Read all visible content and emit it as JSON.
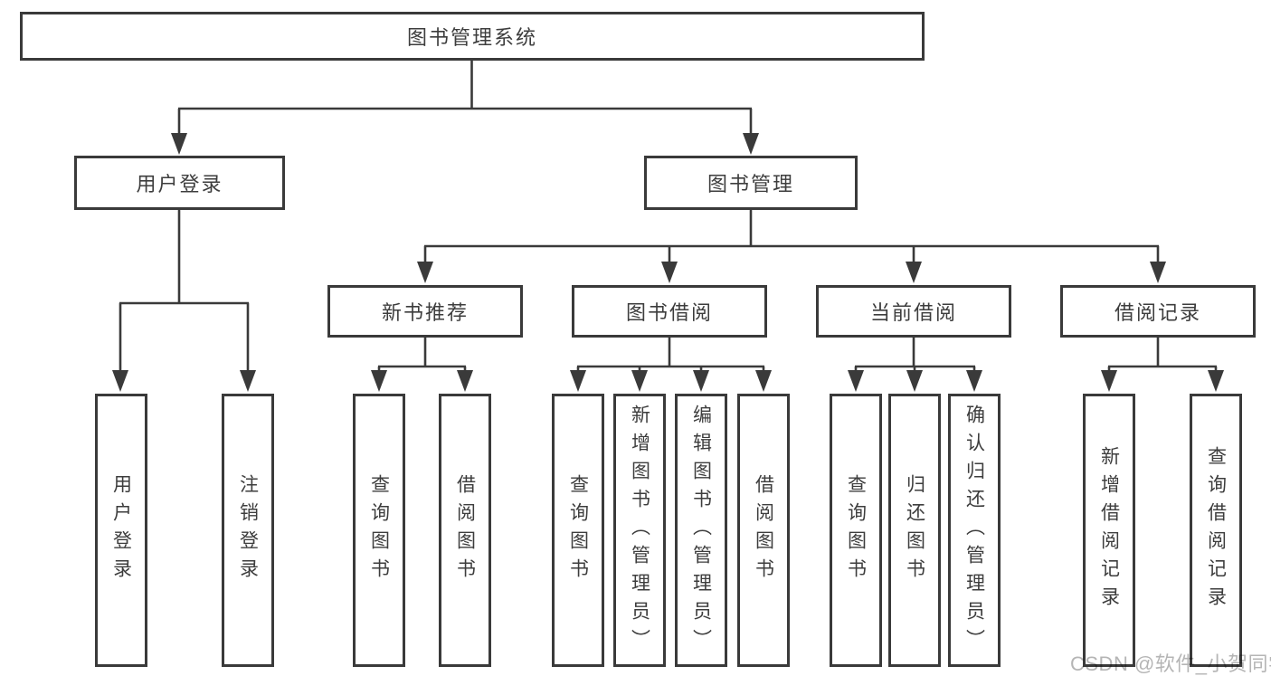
{
  "tree": {
    "label": "图书管理系统",
    "children": [
      {
        "label": "用户登录",
        "children": [
          {
            "label": "用户登录"
          },
          {
            "label": "注销登录"
          }
        ]
      },
      {
        "label": "图书管理",
        "children": [
          {
            "label": "新书推荐",
            "children": [
              {
                "label": "查询图书"
              },
              {
                "label": "借阅图书"
              }
            ]
          },
          {
            "label": "图书借阅",
            "children": [
              {
                "label": "查询图书"
              },
              {
                "label": "新增图书（管理员）"
              },
              {
                "label": "编辑图书（管理员）"
              },
              {
                "label": "借阅图书"
              }
            ]
          },
          {
            "label": "当前借阅",
            "children": [
              {
                "label": "查询图书"
              },
              {
                "label": "归还图书"
              },
              {
                "label": "确认归还（管理员）"
              }
            ]
          },
          {
            "label": "借阅记录",
            "children": [
              {
                "label": "新增借阅记录"
              },
              {
                "label": "查询借阅记录"
              }
            ]
          }
        ]
      }
    ]
  },
  "watermark": {
    "text": "CSDN @软件_小贺同学"
  },
  "colors": {
    "line": "#3a3a3a",
    "text": "#3d3d3d",
    "box_background": "#ffffff",
    "watermark_text": "#b5b5b5",
    "page_background": "#ffffff"
  }
}
